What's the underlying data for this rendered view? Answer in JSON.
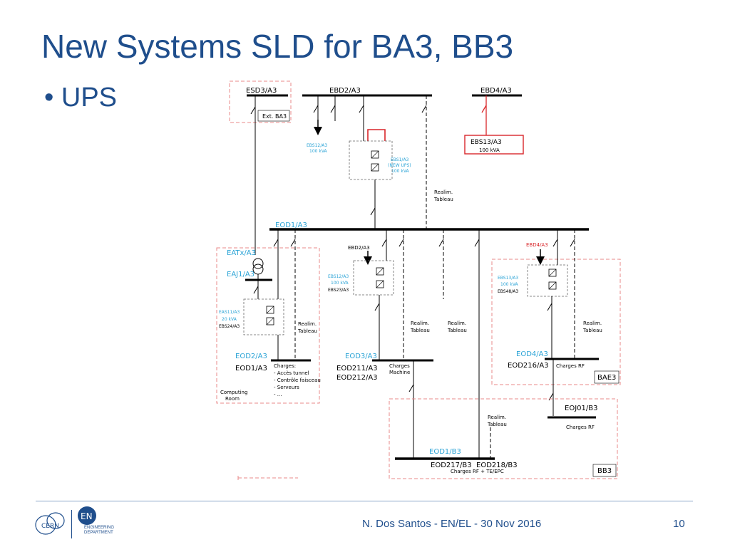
{
  "slide": {
    "title": "New Systems SLD for BA3, BB3",
    "bullet": "UPS",
    "footer": "N. Dos Santos - EN/EL - 30 Nov 2016",
    "page_number": "10",
    "logos": {
      "left": "CERN",
      "right": "EN",
      "right_caption_1": "ENGINEERING",
      "right_caption_2": "DEPARTMENT"
    }
  },
  "colors": {
    "title": "#1f4e8c",
    "cyan_label": "#2aa3d6",
    "red": "#d9262a",
    "bus": "#000000",
    "dash_box": "#e8888a"
  },
  "diagram": {
    "top": {
      "esd3": "ESD3/A3",
      "ext_ba3": "Ext. BA3",
      "ebd2": "EBD2/A3",
      "ebd4": "EBD4/A3",
      "ebs12_top": [
        "EBS12/A3",
        "100 kVA"
      ],
      "ebs1": [
        "EBS1/A3",
        "(NEW UPS)",
        "100 kVA"
      ],
      "ebs13_box": [
        "EBS13/A3",
        "100 kVA"
      ],
      "realim_top": [
        "Realim.",
        "Tableau"
      ]
    },
    "main_bus": {
      "eod1_a3": "EOD1/A3"
    },
    "left": {
      "eatx": "EATx/A3",
      "eaj1": "EAJ1/A3",
      "eas11": [
        "EAS11/A3",
        "20 kVA",
        "EBS24/A3"
      ],
      "realim": [
        "Realim.",
        "Tableau"
      ],
      "eod2_cyan": "EOD2/A3",
      "eod1_black": "EOD1/A3",
      "charges": [
        "Charges:",
        "- Accès tunnel",
        "- Contrôle faisceau",
        "- Serveurs",
        "- ..."
      ],
      "room": [
        "Computing",
        "Room"
      ]
    },
    "middle": {
      "ebd2": "EBD2/A3",
      "ebs12": [
        "EBS12/A3",
        "100 kVA",
        "EBS23/A3"
      ],
      "realim_1": [
        "Realim.",
        "Tableau"
      ],
      "realim_2": [
        "Realim.",
        "Tableau"
      ],
      "eod3_cyan": "EOD3/A3",
      "eod211": "EOD211/A3",
      "eod212": "EOD212/A3",
      "charges": [
        "Charges",
        "Machine"
      ]
    },
    "right": {
      "ebd4": "EBD4/A3",
      "ebs13": [
        "EBS13/A3",
        "100 kVA",
        "EBS48/A3"
      ],
      "realim": [
        "Realim.",
        "Tableau"
      ],
      "eod4_cyan": "EOD4/A3",
      "eod216": "EOD216/A3",
      "charges_rf": "Charges RF",
      "bae3": "BAE3"
    },
    "bb3": {
      "eoj01": "EOJ01/B3",
      "charges_rf": "Charges RF",
      "realim": [
        "Realim.",
        "Tableau"
      ],
      "eod1_b3": "EOD1/B3",
      "eod217": "EOD217/B3",
      "eod218": "EOD218/B3",
      "charges": "Charges RF + TE/EPC",
      "bb3_label": "BB3"
    }
  }
}
